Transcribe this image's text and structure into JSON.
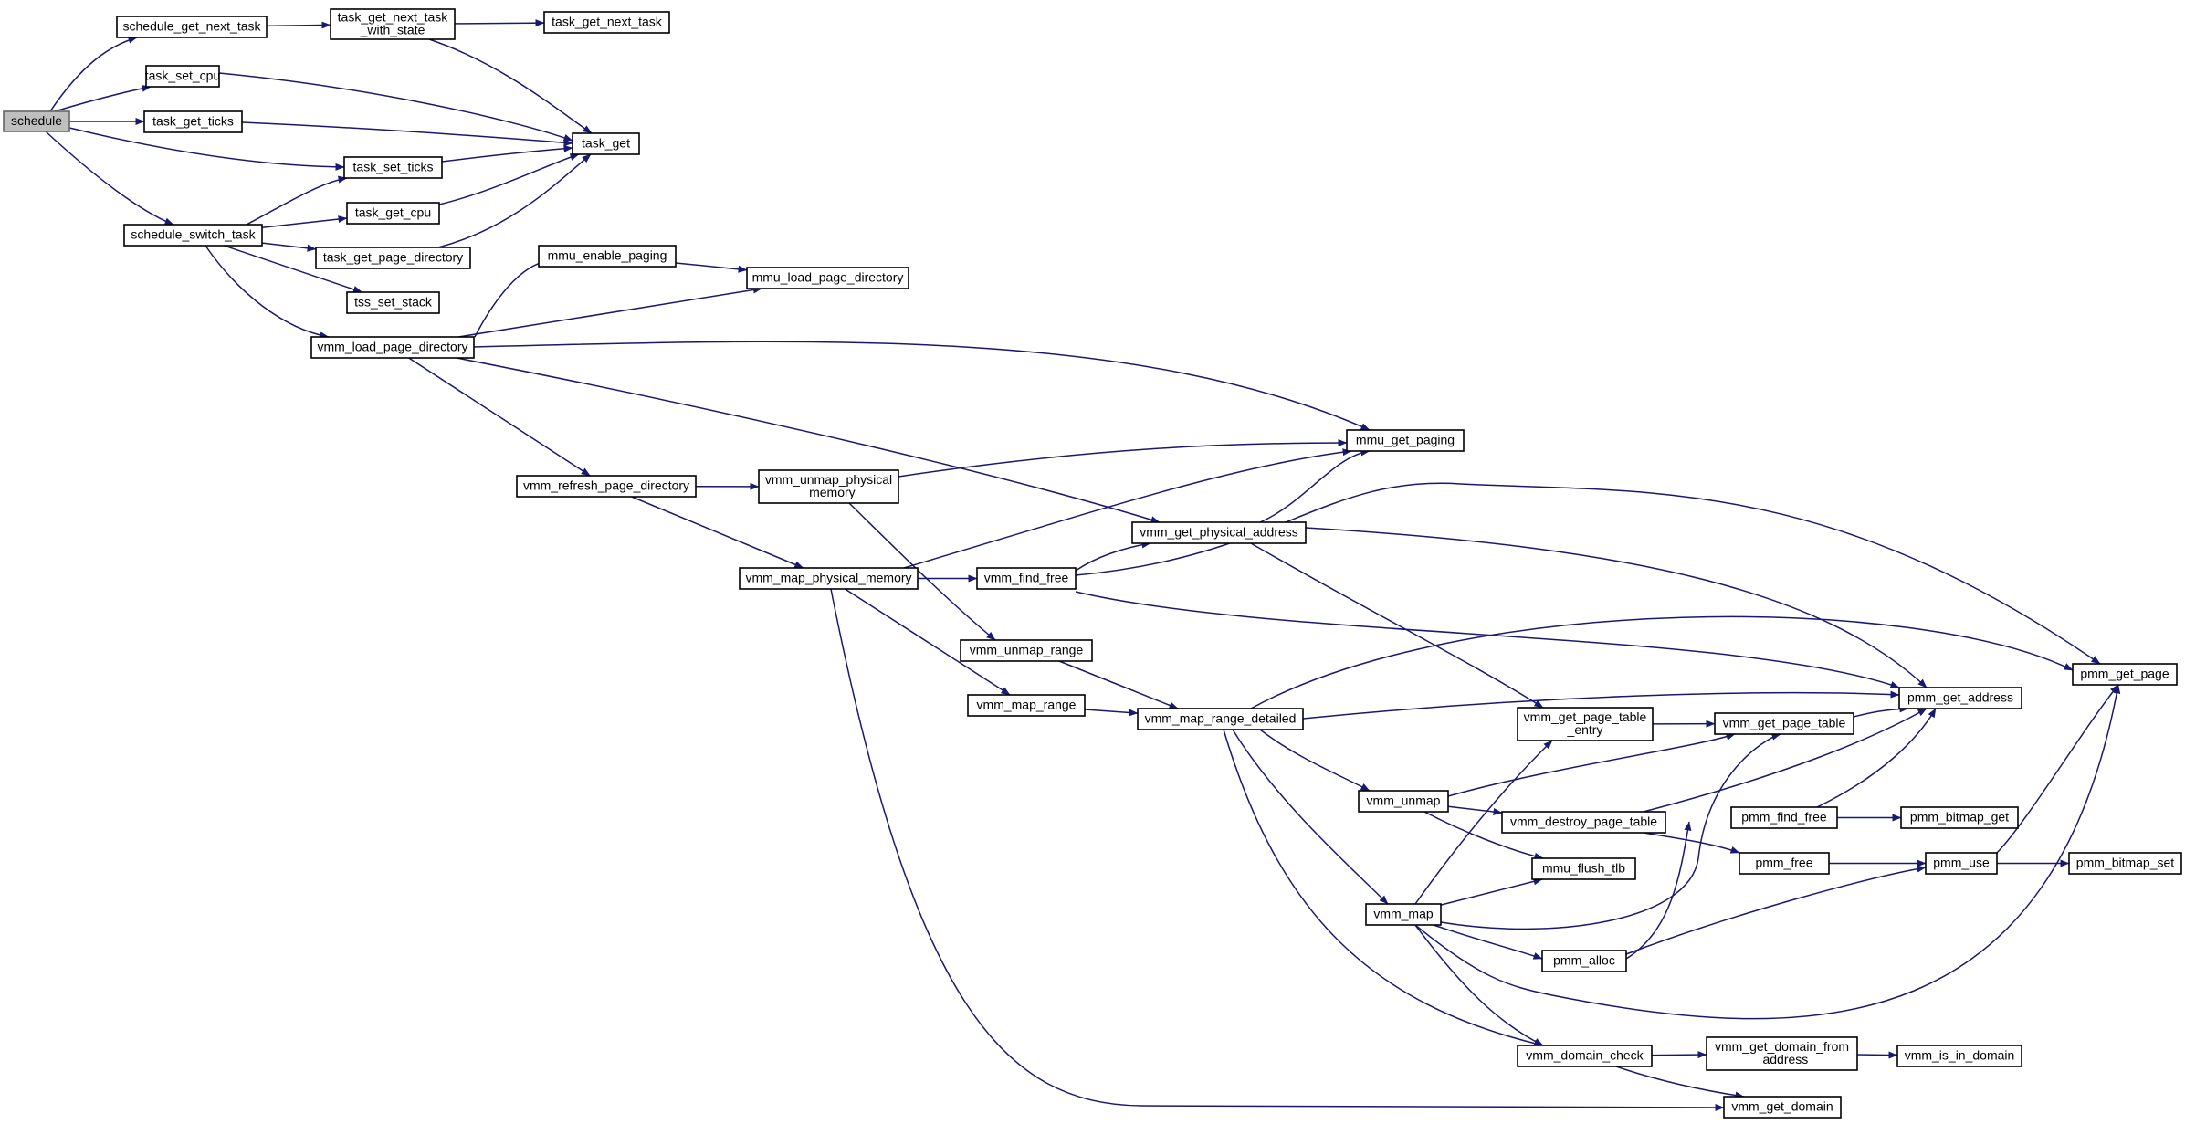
{
  "diagram": {
    "nodes": [
      {
        "id": "schedule",
        "lines": [
          "schedule"
        ],
        "root": true
      },
      {
        "id": "schedule_get_next_task",
        "lines": [
          "schedule_get_next_task"
        ]
      },
      {
        "id": "task_get_next_task_with_state",
        "lines": [
          "task_get_next_task",
          "_with_state"
        ]
      },
      {
        "id": "task_get_next_task",
        "lines": [
          "task_get_next_task"
        ]
      },
      {
        "id": "task_set_cpu",
        "lines": [
          "task_set_cpu"
        ]
      },
      {
        "id": "task_get_ticks",
        "lines": [
          "task_get_ticks"
        ]
      },
      {
        "id": "task_get",
        "lines": [
          "task_get"
        ]
      },
      {
        "id": "task_set_ticks",
        "lines": [
          "task_set_ticks"
        ]
      },
      {
        "id": "schedule_switch_task",
        "lines": [
          "schedule_switch_task"
        ]
      },
      {
        "id": "task_get_cpu",
        "lines": [
          "task_get_cpu"
        ]
      },
      {
        "id": "task_get_page_directory",
        "lines": [
          "task_get_page_directory"
        ]
      },
      {
        "id": "mmu_enable_paging",
        "lines": [
          "mmu_enable_paging"
        ]
      },
      {
        "id": "mmu_load_page_directory",
        "lines": [
          "mmu_load_page_directory"
        ]
      },
      {
        "id": "tss_set_stack",
        "lines": [
          "tss_set_stack"
        ]
      },
      {
        "id": "vmm_load_page_directory",
        "lines": [
          "vmm_load_page_directory"
        ]
      },
      {
        "id": "mmu_get_paging",
        "lines": [
          "mmu_get_paging"
        ]
      },
      {
        "id": "vmm_refresh_page_directory",
        "lines": [
          "vmm_refresh_page_directory"
        ]
      },
      {
        "id": "vmm_unmap_physical_memory",
        "lines": [
          "vmm_unmap_physical",
          "_memory"
        ]
      },
      {
        "id": "vmm_get_physical_address",
        "lines": [
          "vmm_get_physical_address"
        ]
      },
      {
        "id": "vmm_map_physical_memory",
        "lines": [
          "vmm_map_physical_memory"
        ]
      },
      {
        "id": "vmm_find_free",
        "lines": [
          "vmm_find_free"
        ]
      },
      {
        "id": "vmm_unmap_range",
        "lines": [
          "vmm_unmap_range"
        ]
      },
      {
        "id": "vmm_map_range",
        "lines": [
          "vmm_map_range"
        ]
      },
      {
        "id": "vmm_map_range_detailed",
        "lines": [
          "vmm_map_range_detailed"
        ]
      },
      {
        "id": "vmm_get_page_table_entry",
        "lines": [
          "vmm_get_page_table",
          "_entry"
        ]
      },
      {
        "id": "vmm_get_page_table",
        "lines": [
          "vmm_get_page_table"
        ]
      },
      {
        "id": "pmm_get_address",
        "lines": [
          "pmm_get_address"
        ]
      },
      {
        "id": "pmm_get_page",
        "lines": [
          "pmm_get_page"
        ]
      },
      {
        "id": "vmm_unmap",
        "lines": [
          "vmm_unmap"
        ]
      },
      {
        "id": "vmm_destroy_page_table",
        "lines": [
          "vmm_destroy_page_table"
        ]
      },
      {
        "id": "pmm_find_free",
        "lines": [
          "pmm_find_free"
        ]
      },
      {
        "id": "pmm_bitmap_get",
        "lines": [
          "pmm_bitmap_get"
        ]
      },
      {
        "id": "mmu_flush_tlb",
        "lines": [
          "mmu_flush_tlb"
        ]
      },
      {
        "id": "pmm_free",
        "lines": [
          "pmm_free"
        ]
      },
      {
        "id": "pmm_use",
        "lines": [
          "pmm_use"
        ]
      },
      {
        "id": "pmm_bitmap_set",
        "lines": [
          "pmm_bitmap_set"
        ]
      },
      {
        "id": "vmm_map",
        "lines": [
          "vmm_map"
        ]
      },
      {
        "id": "pmm_alloc",
        "lines": [
          "pmm_alloc"
        ]
      },
      {
        "id": "vmm_domain_check",
        "lines": [
          "vmm_domain_check"
        ]
      },
      {
        "id": "vmm_get_domain_from_address",
        "lines": [
          "vmm_get_domain_from",
          "_address"
        ]
      },
      {
        "id": "vmm_is_in_domain",
        "lines": [
          "vmm_is_in_domain"
        ]
      },
      {
        "id": "vmm_get_domain",
        "lines": [
          "vmm_get_domain"
        ]
      }
    ],
    "edges": [
      [
        "schedule",
        "schedule_get_next_task"
      ],
      [
        "schedule",
        "task_set_cpu"
      ],
      [
        "schedule",
        "task_get_ticks"
      ],
      [
        "schedule",
        "task_set_ticks"
      ],
      [
        "schedule",
        "schedule_switch_task"
      ],
      [
        "schedule_get_next_task",
        "task_get_next_task_with_state"
      ],
      [
        "task_get_next_task_with_state",
        "task_get_next_task"
      ],
      [
        "task_get_next_task_with_state",
        "task_get"
      ],
      [
        "task_set_cpu",
        "task_get"
      ],
      [
        "task_get_ticks",
        "task_get"
      ],
      [
        "task_set_ticks",
        "task_get"
      ],
      [
        "task_get_cpu",
        "task_get"
      ],
      [
        "task_get_page_directory",
        "task_get"
      ],
      [
        "schedule_switch_task",
        "task_set_ticks"
      ],
      [
        "schedule_switch_task",
        "task_get_cpu"
      ],
      [
        "schedule_switch_task",
        "task_get_page_directory"
      ],
      [
        "schedule_switch_task",
        "tss_set_stack"
      ],
      [
        "schedule_switch_task",
        "vmm_load_page_directory"
      ],
      [
        "vmm_load_page_directory",
        "mmu_enable_paging"
      ],
      [
        "vmm_load_page_directory",
        "mmu_load_page_directory"
      ],
      [
        "vmm_load_page_directory",
        "mmu_get_paging"
      ],
      [
        "vmm_load_page_directory",
        "vmm_refresh_page_directory"
      ],
      [
        "vmm_load_page_directory",
        "vmm_get_physical_address"
      ],
      [
        "mmu_enable_paging",
        "mmu_load_page_directory"
      ],
      [
        "vmm_refresh_page_directory",
        "vmm_unmap_physical_memory"
      ],
      [
        "vmm_refresh_page_directory",
        "vmm_map_physical_memory"
      ],
      [
        "vmm_unmap_physical_memory",
        "mmu_get_paging"
      ],
      [
        "vmm_unmap_physical_memory",
        "vmm_unmap_range"
      ],
      [
        "vmm_get_physical_address",
        "mmu_get_paging"
      ],
      [
        "vmm_get_physical_address",
        "pmm_get_address"
      ],
      [
        "vmm_get_physical_address",
        "vmm_get_page_table_entry"
      ],
      [
        "vmm_map_physical_memory",
        "mmu_get_paging"
      ],
      [
        "vmm_map_physical_memory",
        "vmm_find_free"
      ],
      [
        "vmm_map_physical_memory",
        "vmm_map_range"
      ],
      [
        "vmm_map_physical_memory",
        "vmm_get_domain"
      ],
      [
        "vmm_find_free",
        "vmm_get_physical_address"
      ],
      [
        "vmm_find_free",
        "pmm_get_page"
      ],
      [
        "vmm_find_free",
        "pmm_get_address"
      ],
      [
        "vmm_unmap_range",
        "vmm_map_range_detailed"
      ],
      [
        "vmm_map_range",
        "vmm_map_range_detailed"
      ],
      [
        "vmm_map_range_detailed",
        "pmm_get_page"
      ],
      [
        "vmm_map_range_detailed",
        "pmm_get_address"
      ],
      [
        "vmm_map_range_detailed",
        "vmm_unmap"
      ],
      [
        "vmm_map_range_detailed",
        "vmm_map"
      ],
      [
        "vmm_map_range_detailed",
        "vmm_domain_check"
      ],
      [
        "vmm_get_page_table_entry",
        "vmm_get_page_table"
      ],
      [
        "vmm_get_page_table",
        "pmm_get_address"
      ],
      [
        "vmm_unmap",
        "vmm_get_page_table"
      ],
      [
        "vmm_unmap",
        "vmm_destroy_page_table"
      ],
      [
        "vmm_unmap",
        "mmu_flush_tlb"
      ],
      [
        "vmm_destroy_page_table",
        "pmm_get_address"
      ],
      [
        "vmm_destroy_page_table",
        "pmm_free"
      ],
      [
        "pmm_find_free",
        "pmm_get_address"
      ],
      [
        "pmm_find_free",
        "pmm_bitmap_get"
      ],
      [
        "pmm_free",
        "pmm_use"
      ],
      [
        "pmm_use",
        "pmm_get_page"
      ],
      [
        "pmm_use",
        "pmm_bitmap_set"
      ],
      [
        "vmm_map",
        "vmm_get_page_table_entry"
      ],
      [
        "vmm_map",
        "mmu_flush_tlb"
      ],
      [
        "vmm_map",
        "vmm_get_page_table"
      ],
      [
        "vmm_map",
        "pmm_alloc"
      ],
      [
        "vmm_map",
        "pmm_get_page"
      ],
      [
        "vmm_map",
        "vmm_domain_check"
      ],
      [
        "pmm_alloc",
        "pmm_find_free"
      ],
      [
        "pmm_alloc",
        "pmm_use"
      ],
      [
        "vmm_domain_check",
        "vmm_get_domain_from_address"
      ],
      [
        "vmm_domain_check",
        "vmm_get_domain"
      ],
      [
        "vmm_get_domain_from_address",
        "vmm_is_in_domain"
      ]
    ]
  },
  "colors": {
    "edge": "#191970",
    "node_border": "#000000",
    "root_fill": "#bfbfbf",
    "node_fill": "#ffffff"
  }
}
